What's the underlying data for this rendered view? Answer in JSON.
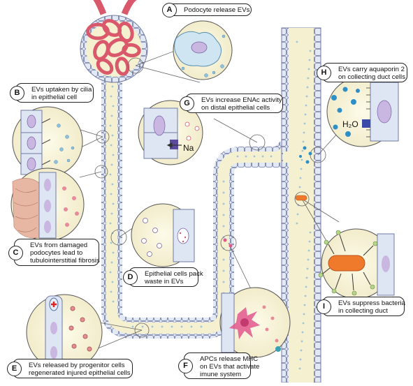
{
  "callouts": {
    "A": {
      "letter": "A",
      "line1": "Podocyte release EVs"
    },
    "B": {
      "letter": "B",
      "line1": "EVs uptaken by cilia",
      "line2": "in epithelial cell"
    },
    "C": {
      "letter": "C",
      "line1": "EVs from damaged",
      "line2": "podocytes lead to",
      "line3": "tubulointerstitial fibrosis"
    },
    "D": {
      "letter": "D",
      "line1": "Epithelial cells pack",
      "line2": "waste in EVs"
    },
    "E": {
      "letter": "E",
      "line1": "EVs released by progenitor cells",
      "line2": "regenerated injured epithelial cells"
    },
    "F": {
      "letter": "F",
      "line1": "APCs release MHC",
      "line2": "on EVs that activate",
      "line3": "imune system"
    },
    "G": {
      "letter": "G",
      "line1": "EVs increase ENAc activity",
      "line2": "on distal epithelial cells"
    },
    "H": {
      "letter": "H",
      "line1": "EVs carry aquaporin 2",
      "line2": "on collecting duct cells"
    },
    "I": {
      "letter": "I",
      "line1": "EVs suppress bacteria",
      "line2": "in collecting duct"
    }
  },
  "labels": {
    "sodium": "Na",
    "water": "H₂O"
  },
  "colors": {
    "tubule_fill": "#f5f0cf",
    "tubule_edge": "#6f7aa3",
    "cell_fill": "#dfe6f3",
    "glomerulus": "#d9586b",
    "nucleus": "#c9b7e2",
    "vesicle": "#8fc0dc",
    "aquaporin": "#2d8fc8",
    "bacteria": "#ef7a2c",
    "fibrosis": "#e8b7a3",
    "apc": "#e2578c"
  }
}
